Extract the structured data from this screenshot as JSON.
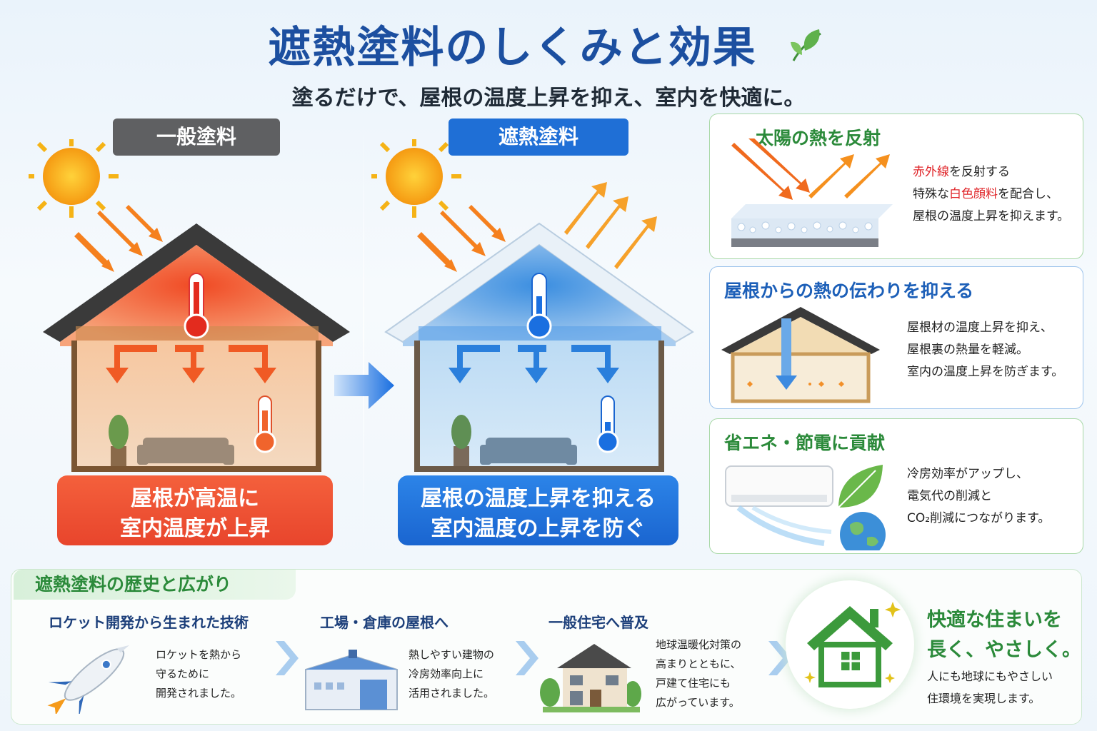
{
  "title": "遮熱塗料のしくみと効果",
  "subtitle": "塗るだけで、屋根の温度上昇を抑え、室内を快適に。",
  "columns": {
    "general_label": "一般塗料",
    "heat_label": "遮熱塗料",
    "general_result": [
      "屋根が高温に",
      "室内温度が上昇"
    ],
    "heat_result": [
      "屋根の温度上昇を抑える",
      "室内温度の上昇を防ぐ"
    ]
  },
  "panels": {
    "reflect": {
      "title": "太陽の熱を反射",
      "line1_red": "赤外線",
      "line1_rest": "を反射する",
      "line2_pre": "特殊な",
      "line2_red": "白色顔料",
      "line2_post": "を配合し、",
      "line3": "屋根の温度上昇を抑えます。"
    },
    "transfer": {
      "title": "屋根からの熱の伝わりを抑える",
      "lines": [
        "屋根材の温度上昇を抑え、",
        "屋根裏の熱量を軽減。",
        "室内の温度上昇を防ぎます。"
      ]
    },
    "eco": {
      "title": "省エネ・節電に貢献",
      "lines": [
        "冷房効率がアップし、",
        "電気代の削減と",
        "CO₂削減につながります。"
      ]
    }
  },
  "history": {
    "title": "遮熱塗料の歴史と広がり",
    "steps": [
      {
        "title": "ロケット開発から生まれた技術",
        "lines": [
          "ロケットを熱から",
          "守るために",
          "開発されました。"
        ]
      },
      {
        "title": "工場・倉庫の屋根へ",
        "lines": [
          "熱しやすい建物の",
          "冷房効率向上に",
          "活用されました。"
        ]
      },
      {
        "title": "一般住宅へ普及",
        "lines": [
          "地球温暖化対策の",
          "高まりとともに、",
          "戸建て住宅にも",
          "広がっています。"
        ]
      }
    ],
    "final_title": [
      "快適な住まいを",
      "長く、やさしく。"
    ],
    "final_text": [
      "人にも地球にもやさしい",
      "住環境を実現します。"
    ]
  },
  "colors": {
    "title_blue": "#1c4fa0",
    "hot_red": "#e8452c",
    "cool_blue": "#1a65d0",
    "eco_green": "#2b8a3a"
  }
}
